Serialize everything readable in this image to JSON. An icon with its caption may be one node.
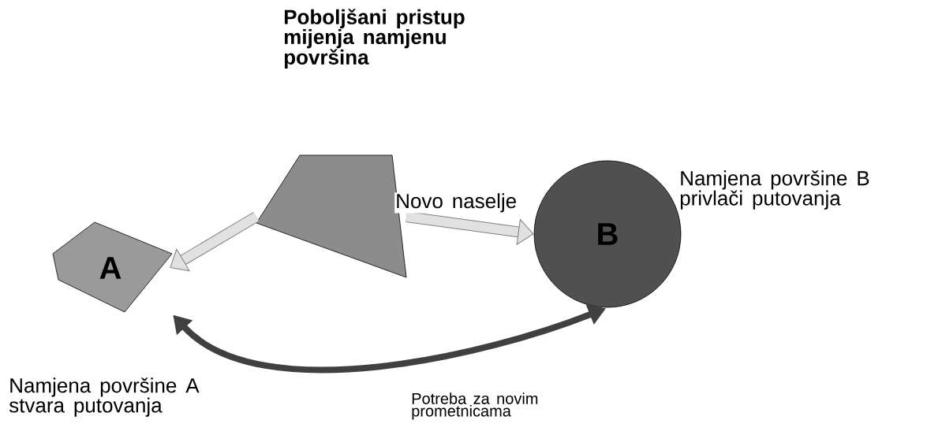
{
  "diagram": {
    "nodes": [
      {
        "text": [
          "A"
        ],
        "beside": [
          "Namjena površine A stvara putovanja"
        ]
      },
      {
        "text": [],
        "shape": "box"
      },
      {
        "text": [
          "B"
        ],
        "beside": [
          "Namjena površine B privlači putovanja"
        ]
      }
    ],
    "edges": [
      {
        "from": 1,
        "to": 0,
        "arrow": "to"
      },
      {
        "from": 1,
        "to": 2,
        "arrow": "to",
        "label": "Novo naselje"
      },
      {
        "from": 0,
        "to": 2,
        "arrow": "both",
        "color": "#404040",
        "label": "Potreba za novim prometnicama"
      }
    ],
    "labels": [
      "Poboljšani pristup mijenja namjenu površina"
    ]
  }
}
